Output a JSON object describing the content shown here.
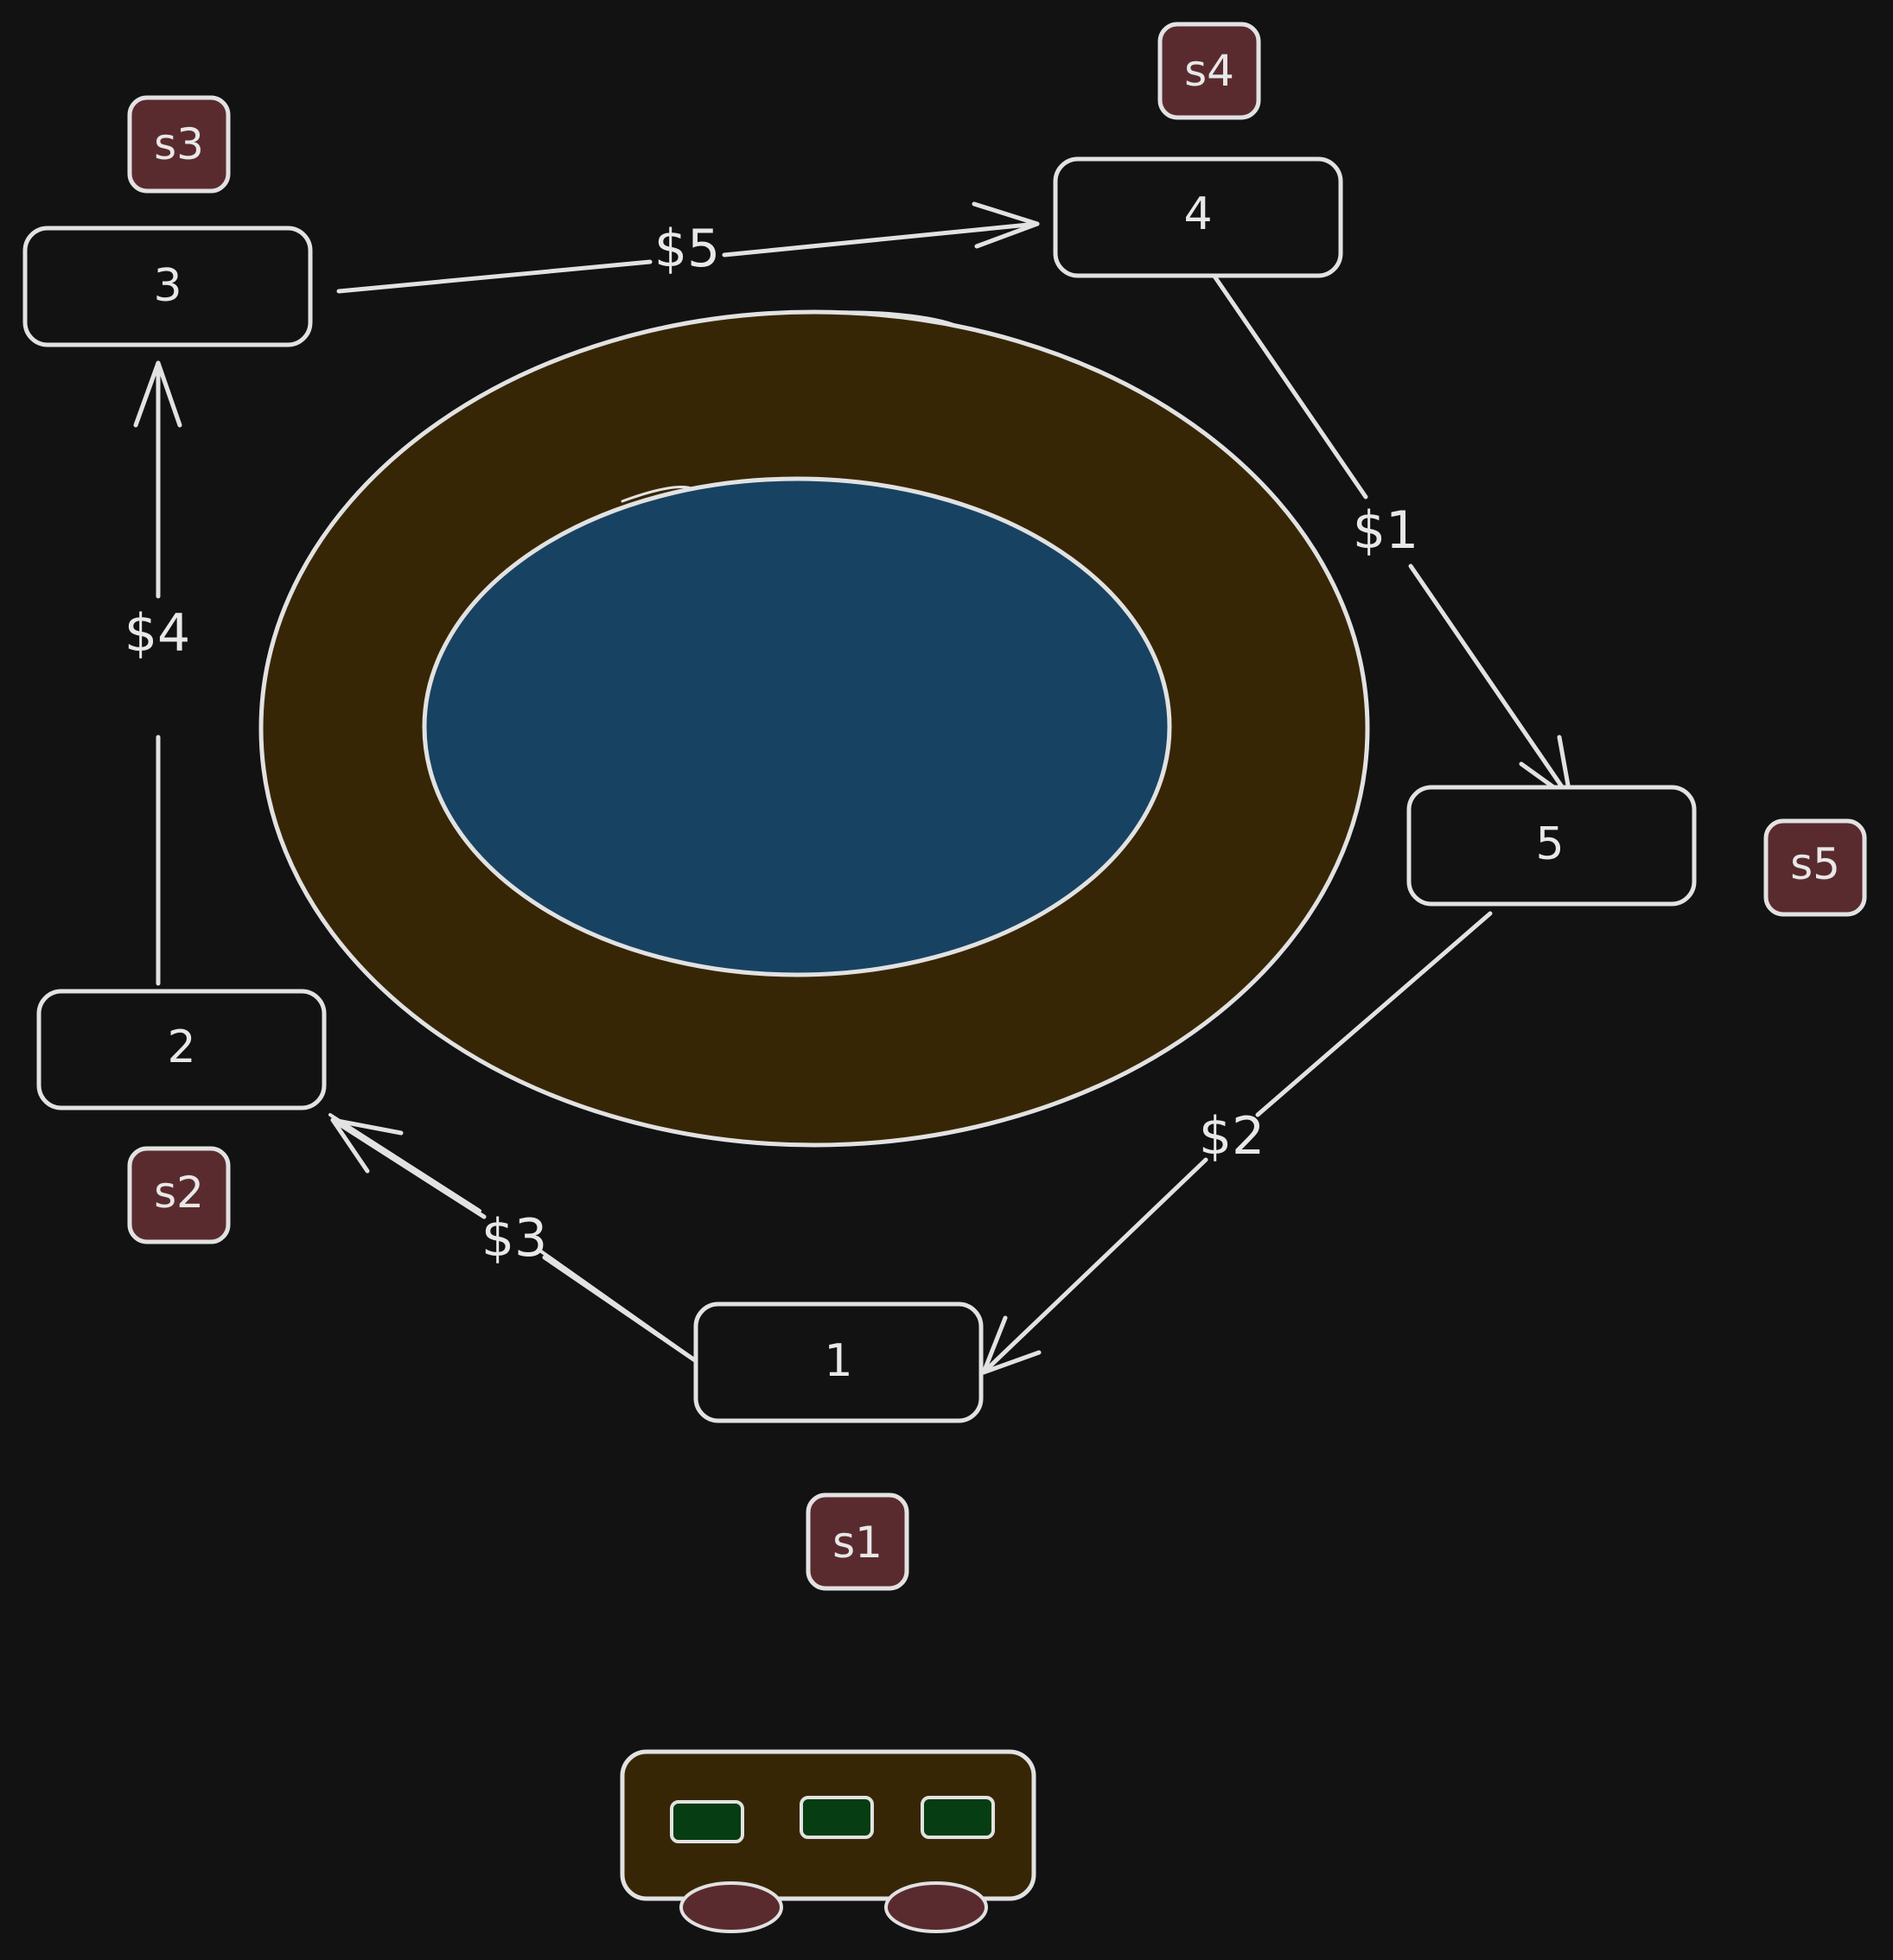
{
  "colors": {
    "background": "#121212",
    "stroke": "#e2e2e2",
    "track_fill": "#372605",
    "lake_fill": "#184262",
    "badge_fill": "#5a2b2e",
    "bus_fill": "#372605",
    "bus_window_fill": "#063d12",
    "bus_wheel_fill": "#5a2b2e"
  },
  "nodes": [
    {
      "id": "n1",
      "label": "1"
    },
    {
      "id": "n2",
      "label": "2"
    },
    {
      "id": "n3",
      "label": "3"
    },
    {
      "id": "n4",
      "label": "4"
    },
    {
      "id": "n5",
      "label": "5"
    }
  ],
  "badges": [
    {
      "id": "s1",
      "label": "s1"
    },
    {
      "id": "s2",
      "label": "s2"
    },
    {
      "id": "s3",
      "label": "s3"
    },
    {
      "id": "s4",
      "label": "s4"
    },
    {
      "id": "s5",
      "label": "s5"
    }
  ],
  "edges": [
    {
      "from": "3",
      "to": "4",
      "label": "$5"
    },
    {
      "from": "4",
      "to": "5",
      "label": "$1"
    },
    {
      "from": "5",
      "to": "1",
      "label": "$2"
    },
    {
      "from": "1",
      "to": "2",
      "label": "$3"
    },
    {
      "from": "2",
      "to": "3",
      "label": "$4"
    }
  ],
  "icons": {
    "bus": "bus-icon"
  }
}
